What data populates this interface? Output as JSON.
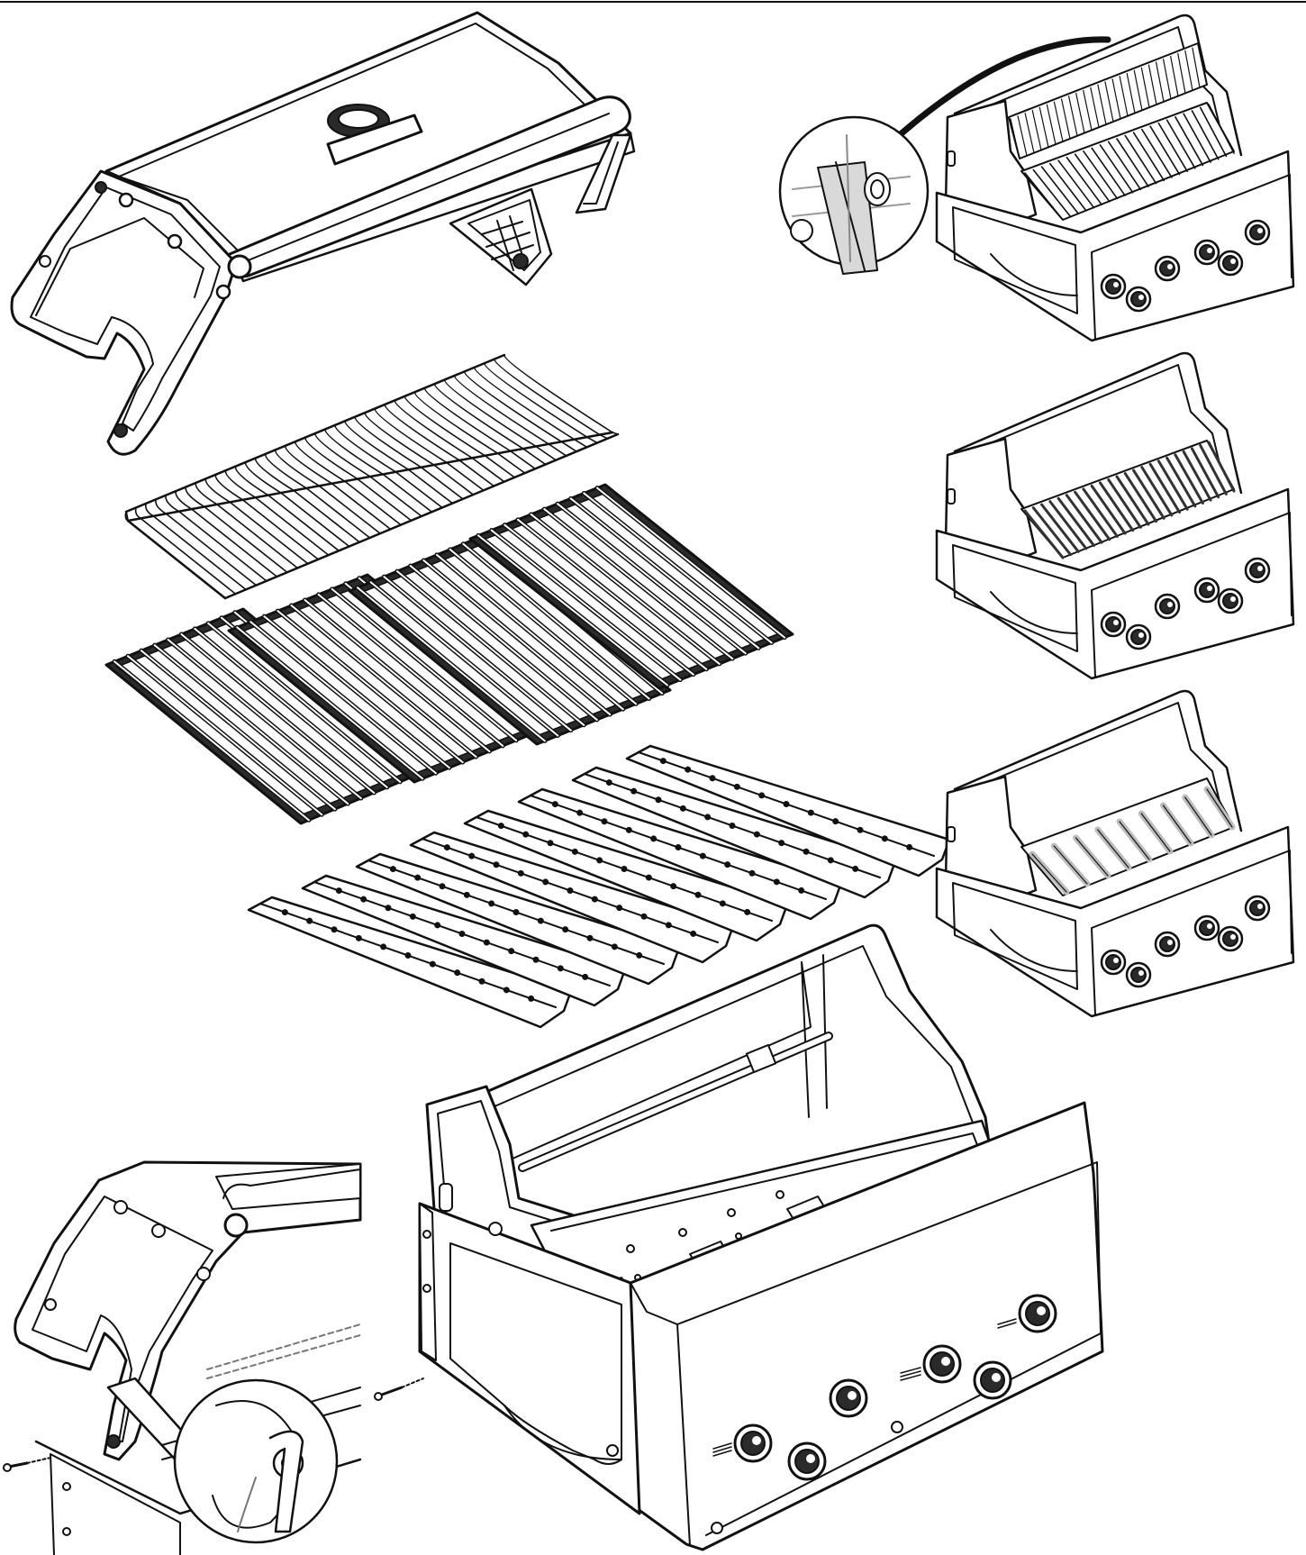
{
  "diagram": {
    "style": "black line-art exploded assembly illustration",
    "colors": {
      "line": "#111111",
      "background": "#ffffff",
      "shade": "#d9d9d9",
      "dark": "#2a2a2a"
    },
    "parts": [
      {
        "id": "hood",
        "icon": "grill-hood-icon"
      },
      {
        "id": "warming-rack",
        "icon": "warming-rack-icon"
      },
      {
        "id": "cooking-grates",
        "icon": "cooking-grate-icon",
        "count": 4
      },
      {
        "id": "flame-tamers",
        "icon": "flame-tamer-icon",
        "count": 8
      },
      {
        "id": "firebox-body",
        "icon": "grill-body-icon"
      },
      {
        "id": "step-with-warming-rack",
        "icon": "grill-step-icon"
      },
      {
        "id": "step-with-grates",
        "icon": "grill-step-icon"
      },
      {
        "id": "step-with-flame-tamers",
        "icon": "grill-step-icon"
      },
      {
        "id": "hood-hinge-detail",
        "icon": "hinge-pin-icon"
      }
    ]
  }
}
